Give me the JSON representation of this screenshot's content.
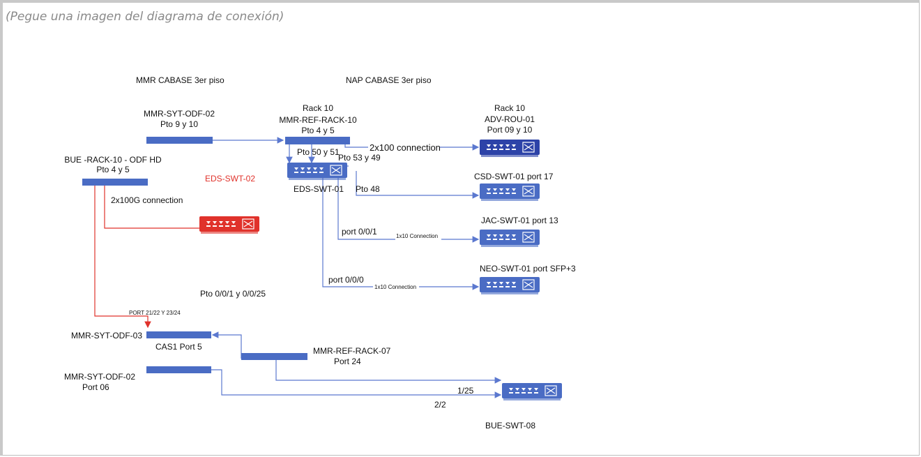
{
  "caption": "(Pegue una imagen del diagrama de conexión)",
  "colors": {
    "blue": "#4a6cc4",
    "dark_blue": "#2d43a8",
    "line_blue": "#5b78cf",
    "red": "#e0322b"
  },
  "sections": {
    "mmr": "MMR CABASE 3er piso",
    "nap": "NAP CABASE 3er piso"
  },
  "odf": {
    "mmr_syt_odf_02_top": [
      "MMR-SYT-ODF-02",
      "Pto 9 y 10"
    ],
    "mmr_ref_rack_10": [
      "Rack 10",
      "MMR-REF-RACK-10",
      "Pto 4 y 5"
    ],
    "bue_rack_10": [
      "BUE -RACK-10 - ODF HD",
      "Pto 4 y 5"
    ],
    "mmr_syt_odf_03": "MMR-SYT-ODF-03",
    "mmr_ref_rack_07": [
      "MMR-REF-RACK-07",
      "Port 24"
    ],
    "mmr_syt_odf_02_bottom": [
      "MMR-SYT-ODF-02",
      "Port 06"
    ]
  },
  "switches": {
    "adv_rou": [
      "Rack 10",
      "ADV-ROU-01",
      "Port 09 y 10"
    ],
    "eds_swt_01": "EDS-SWT-01",
    "eds_swt_02": "EDS-SWT-02",
    "csd": "CSD-SWT-01 port 17",
    "jac": "JAC-SWT-01 port 13",
    "neo": "NEO-SWT-01 port SFP+3",
    "bue_swt_08": "BUE-SWT-08"
  },
  "links": {
    "pto_50_51": "Pto 50 y 51",
    "pto_53_49": "Pto 53 y 49",
    "conn_2x100": "2x100 connection",
    "pto_48": "Pto 48",
    "port_001": "port 0/0/1",
    "conn_1x10_a": "1x10 Connection",
    "port_000": "port 0/0/0",
    "conn_1x10_b": "1x10 Connection",
    "conn_2x100g": "2x100G connection",
    "pto_001_0025": "Pto 0/0/1 y 0/0/25",
    "port_21_24": "PORT 21/22 Y 23/24",
    "cas1": "CAS1 Port 5",
    "p_1_25": "1/25",
    "p_2_2": "2/2"
  }
}
